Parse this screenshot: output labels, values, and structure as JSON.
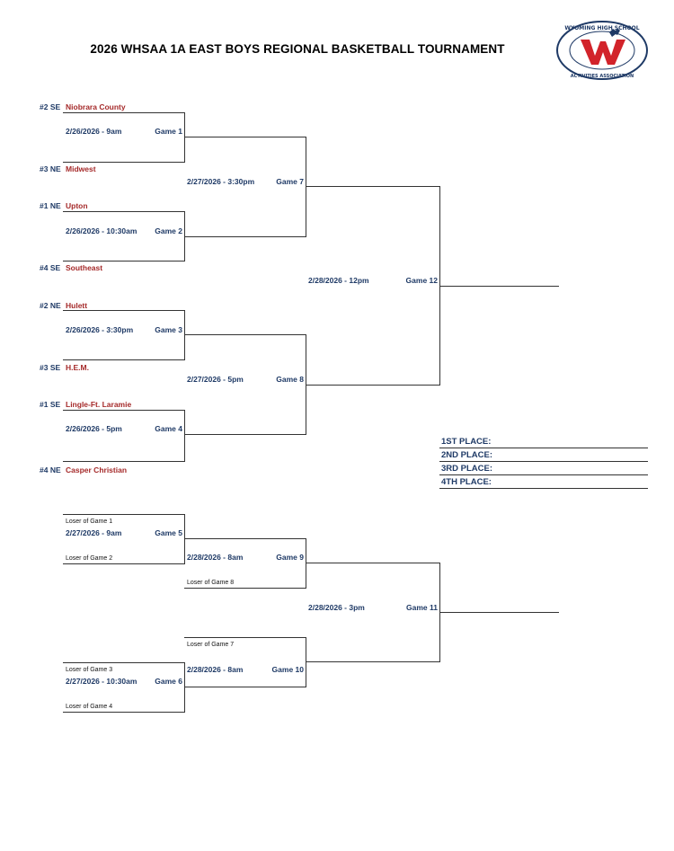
{
  "header": {
    "title": "2026 WHSAA 1A EAST BOYS REGIONAL BASKETBALL TOURNAMENT",
    "logo_text_top": "WYOMING HIGH SCHOOL",
    "logo_text_bottom": "ACTIVITIES ASSOCIATION",
    "logo_letter": "W"
  },
  "teams": [
    {
      "seed": "#2 SE",
      "name": "Niobrara County"
    },
    {
      "seed": "#3 NE",
      "name": "Midwest"
    },
    {
      "seed": "#1 NE",
      "name": "Upton"
    },
    {
      "seed": "#4 SE",
      "name": "Southeast"
    },
    {
      "seed": "#2 NE",
      "name": "Hulett"
    },
    {
      "seed": "#3 SE",
      "name": "H.E.M."
    },
    {
      "seed": "#1 SE",
      "name": "Lingle-Ft. Laramie"
    },
    {
      "seed": "#4 NE",
      "name": "Casper Christian"
    }
  ],
  "games": {
    "g1": {
      "date": "2/26/2026 - 9am",
      "label": "Game 1"
    },
    "g2": {
      "date": "2/26/2026 - 10:30am",
      "label": "Game 2"
    },
    "g3": {
      "date": "2/26/2026 - 3:30pm",
      "label": "Game 3"
    },
    "g4": {
      "date": "2/26/2026 - 5pm",
      "label": "Game 4"
    },
    "g5": {
      "date": "2/27/2026 - 9am",
      "label": "Game 5"
    },
    "g6": {
      "date": "2/27/2026 - 10:30am",
      "label": "Game 6"
    },
    "g7": {
      "date": "2/27/2026 - 3:30pm",
      "label": "Game 7"
    },
    "g8": {
      "date": "2/27/2026 - 5pm",
      "label": "Game 8"
    },
    "g9": {
      "date": "2/28/2026 - 8am",
      "label": "Game 9"
    },
    "g10": {
      "date": "2/28/2026 - 8am",
      "label": "Game 10"
    },
    "g11": {
      "date": "2/28/2026 - 3pm",
      "label": "Game 11"
    },
    "g12": {
      "date": "2/28/2026 - 12pm",
      "label": "Game 12"
    }
  },
  "losers": {
    "l1": "Loser of Game 1",
    "l2": "Loser of Game 2",
    "l3": "Loser of Game 3",
    "l4": "Loser of Game 4",
    "l7": "Loser of Game 7",
    "l8": "Loser of Game 8"
  },
  "places": [
    "1ST PLACE:",
    "2ND PLACE:",
    "3RD PLACE:",
    "4TH PLACE:"
  ],
  "colors": {
    "team": "#a52a2a",
    "label": "#1f3a66",
    "logo_red": "#d2232a",
    "logo_blue": "#1f3a66"
  }
}
